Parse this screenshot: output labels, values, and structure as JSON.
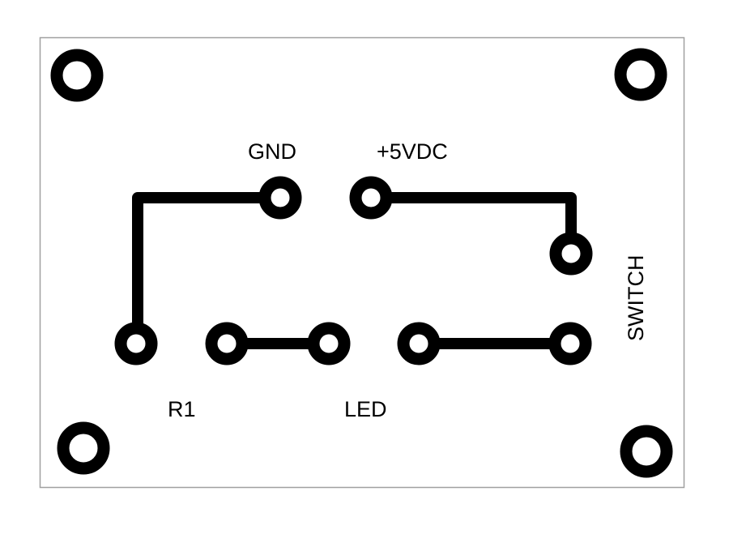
{
  "diagram": {
    "type": "pcb-layout",
    "colors": {
      "copper": "#000000",
      "board": "#ffffff",
      "outline": "#a0a0a0"
    },
    "labels": {
      "gnd": "GND",
      "vdc": "+5VDC",
      "switch": "SWITCH",
      "r1": "R1",
      "led": "LED"
    },
    "mounting_holes": [
      "top-left",
      "top-right",
      "bottom-left",
      "bottom-right"
    ],
    "pads": [
      {
        "id": "gnd-pad",
        "net": "GND"
      },
      {
        "id": "vdc-pad",
        "net": "+5VDC"
      },
      {
        "id": "switch-pad-top",
        "net": "+5VDC"
      },
      {
        "id": "r1-pad-left",
        "net": "GND"
      },
      {
        "id": "r1-pad-right",
        "net": "R1-LED"
      },
      {
        "id": "led-pad-left",
        "net": "R1-LED"
      },
      {
        "id": "led-pad-right",
        "net": "LED-SWITCH"
      },
      {
        "id": "switch-pad-bottom",
        "net": "LED-SWITCH"
      }
    ],
    "traces": [
      {
        "id": "gnd-trace",
        "from": "gnd-pad",
        "to": "r1-pad-left"
      },
      {
        "id": "vdc-trace",
        "from": "vdc-pad",
        "to": "switch-pad-top"
      },
      {
        "id": "r1-led-trace",
        "from": "r1-pad-right",
        "to": "led-pad-left"
      },
      {
        "id": "led-switch-trace",
        "from": "led-pad-right",
        "to": "switch-pad-bottom"
      }
    ]
  }
}
